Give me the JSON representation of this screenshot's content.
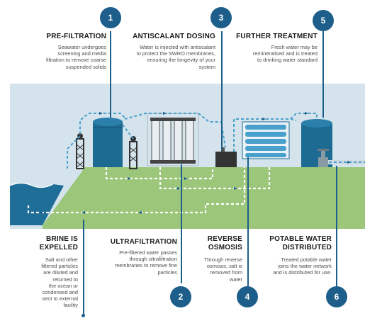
{
  "colors": {
    "sky": "#d5e4ec",
    "ground": "#9cc77a",
    "tank_blue": "#1d6a93",
    "pipe_blue": "#4aa0cc",
    "accent_blue": "#1d5f8a",
    "sea": "#1f6e98"
  },
  "steps": [
    {
      "number": "1",
      "title": "PRE-FILTRATION",
      "description": [
        "Seawater undergoes",
        "screening and media",
        "filtration to remove coarse",
        "suspended solids"
      ]
    },
    {
      "number": "2",
      "title": "ULTRAFILTRATION",
      "description": [
        "Pre-filtered water passes",
        "through ultrafiltration",
        "membranes to remove fine",
        "particles"
      ]
    },
    {
      "number": "3",
      "title": "ANTISCALANT DOSING",
      "description": [
        "Water is  injected with antiscalant",
        "to protect the SWRO  membranes,",
        "ensuring the longevity of your",
        "system"
      ]
    },
    {
      "number": "4",
      "title_lines": [
        "REVERSE",
        "OSMOSIS"
      ],
      "description": [
        "Through reverse",
        "osmosis, salt is",
        "removed from",
        "water"
      ]
    },
    {
      "number": "5",
      "title": "FURTHER  TREATMENT",
      "description": [
        "Fresh water may be",
        "remineralised and is treated",
        "to drinking water standard"
      ]
    },
    {
      "number": "6",
      "title_lines": [
        "POTABLE WATER",
        "DISTRIBUTED"
      ],
      "description": [
        "Treated potable water",
        "joins the water network",
        "and is distributed for use."
      ]
    }
  ],
  "brine": {
    "title_lines": [
      "BRINE IS",
      "EXPELLED"
    ],
    "description": [
      "Salt and other",
      "filtered particles",
      "are diluted and",
      "returned to",
      "the ocean or",
      "condensed and",
      "sent to external",
      "facility"
    ]
  }
}
